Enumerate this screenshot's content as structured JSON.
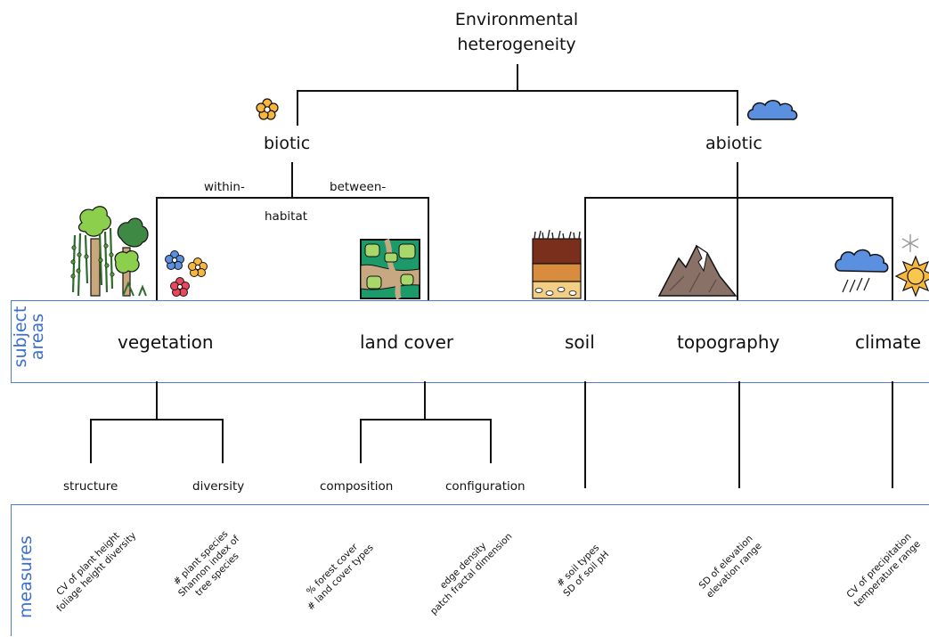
{
  "title": {
    "line1": "Environmental",
    "line2": "heterogeneity"
  },
  "branches": {
    "biotic": "biotic",
    "abiotic": "abiotic"
  },
  "habitat": {
    "within": "within-",
    "between": "between-",
    "habitat": "habitat"
  },
  "panels": {
    "subject_areas": "subject\nareas",
    "measures": "measures"
  },
  "subjects": [
    "vegetation",
    "land cover",
    "soil",
    "topography",
    "climate"
  ],
  "subdivisions": [
    "structure",
    "diversity",
    "composition",
    "configuration"
  ],
  "measures": [
    {
      "line1": "CV of plant height",
      "line2": "foliage height diversity"
    },
    {
      "line1": "# plant species",
      "line2": "Shannon index of",
      "line3": "tree species"
    },
    {
      "line1": "% forest cover",
      "line2": "# land cover types"
    },
    {
      "line1": "edge density",
      "line2": "patch fractal dimension"
    },
    {
      "line1": "# soil types",
      "line2": "SD of soil pH"
    },
    {
      "line1": "SD of elevation",
      "line2": "elevation range"
    },
    {
      "line1": "CV of precipitation",
      "line2": "temperature range"
    }
  ],
  "icons": [
    "flower-icon",
    "cloud-icon",
    "trees-icon",
    "flowers-icon",
    "land-cover-map-icon",
    "soil-profile-icon",
    "mountains-icon",
    "rain-cloud-icon",
    "snowflake-icon",
    "sun-icon"
  ],
  "colors": {
    "panel_border": "#4a7fd4",
    "panel_text": "#3a6fd0",
    "line": "#111111"
  }
}
